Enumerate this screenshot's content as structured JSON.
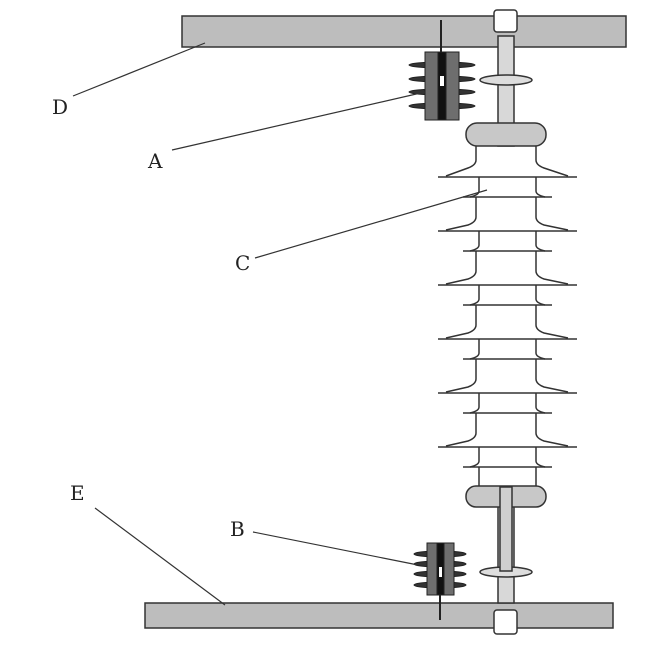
{
  "labels": {
    "A": "A",
    "B": "B",
    "C": "C",
    "D": "D",
    "E": "E"
  },
  "colors": {
    "bar": "#bdbdbd",
    "fitting": "#c8c8c8",
    "arrester": "#6e6e6e",
    "line": "#333333"
  }
}
